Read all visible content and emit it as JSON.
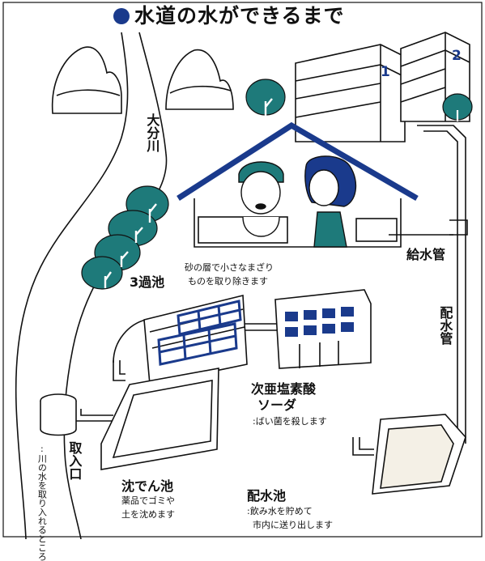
{
  "title": "水道の水ができるまで",
  "river": "大分川",
  "intake": {
    "name": "取入口",
    "desc": ":川の水を取り入れるところ"
  },
  "filter": {
    "name": "3過池",
    "desc1": "砂の層で小さなまざり",
    "desc2": "ものを取り除きます"
  },
  "sediment": {
    "name": "沈でん池",
    "desc1": "薬品でゴミや",
    "desc2": "土を沈めます"
  },
  "chlorine": {
    "name1": "次亜塩素酸",
    "name2": "ソーダ",
    "desc": ":ばい菌を殺します"
  },
  "reservoir": {
    "name": "配水池",
    "desc1": ":飲み水を貯めて",
    "desc2": "市内に送り出します"
  },
  "supply_pipe": "給水管",
  "distribution_pipe": "配水管",
  "building_numbers": [
    "1",
    "2"
  ],
  "colors": {
    "tree": "#1e7a7a",
    "ink": "#111111",
    "roof": "#1a3a8c",
    "title_dot": "#1a3a8c"
  }
}
